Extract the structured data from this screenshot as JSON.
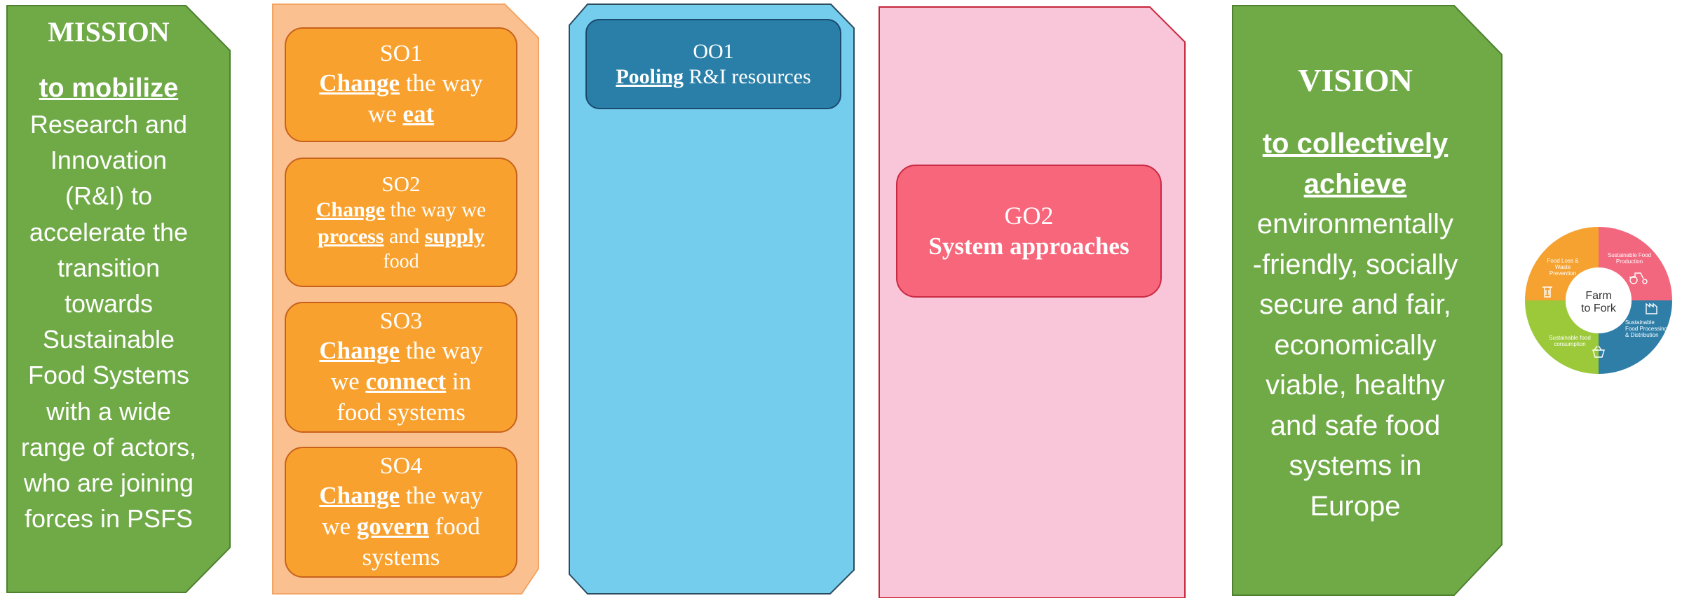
{
  "mission": {
    "title": "MISSION",
    "lead": "to mobilize",
    "body": "Research and Innovation (R&I) to accelerate the transition towards Sustainable Food Systems with a wide range of actors, who are joining forces in PSFS"
  },
  "specific_objectives": [
    {
      "title": "SO1",
      "line1_kw": "Change",
      "line1_rest": " the way",
      "line2_pre": "we ",
      "line2_kw": "eat",
      "line2_rest": ""
    },
    {
      "title": "SO2",
      "line1_kw": "Change",
      "line1_rest": " the way we",
      "line2_kw": "process",
      "line2_mid": " and ",
      "line2_kw2": "supply",
      "line3": "food"
    },
    {
      "title": "SO3",
      "line1_kw": "Change",
      "line1_rest": " the way",
      "line2_pre": "we ",
      "line2_kw": "connect",
      "line2_rest": " in",
      "line3": "food systems"
    },
    {
      "title": "SO4",
      "line1_kw": "Change",
      "line1_rest": " the way",
      "line2_pre": "we ",
      "line2_kw": "govern",
      "line2_rest": " food",
      "line3": "systems"
    }
  ],
  "operational_objective": {
    "title": "OO1",
    "kw": "Pooling",
    "rest": " R&I resources"
  },
  "general_objective": {
    "title": "GO2",
    "label": "System approaches"
  },
  "vision": {
    "title": "VISION",
    "lead_line1": "to collectively",
    "lead_line2": "achieve",
    "body_lines": [
      "environmentally",
      "-friendly, socially",
      "secure and fair,",
      "economically",
      "viable, healthy",
      "and safe food",
      "systems in",
      "Europe"
    ]
  },
  "farm_to_fork": {
    "center_line1": "Farm",
    "center_line2": "to Fork",
    "segments": [
      {
        "label": "Sustainable Food Production",
        "color": "#F2667E"
      },
      {
        "label": "Sustainable Food Processing & Distribution",
        "color": "#2E7EA8"
      },
      {
        "label": "Sustainable food consumption",
        "color": "#9CC93A"
      },
      {
        "label": "Food Loss & Waste Prevention",
        "color": "#F5A231"
      }
    ]
  },
  "colors": {
    "mission_green": "#6FAA47",
    "so_column": "#FAC08F",
    "so_box": "#F9A12E",
    "oo_column": "#75CDEE",
    "oo_box": "#2A7FA8",
    "go_column": "#F9C6D9",
    "go_box": "#F8667B",
    "vision_green": "#6FAA47"
  }
}
